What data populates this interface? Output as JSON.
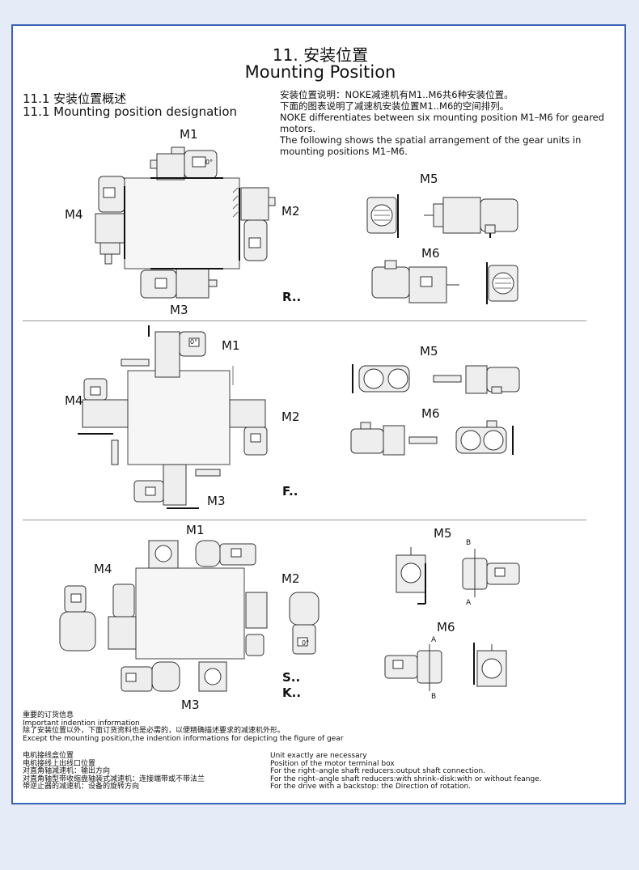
{
  "header": {
    "title_cn": "11. 安装位置",
    "title_en": "Mounting Position",
    "sub_cn": "11.1 安装位置概述",
    "sub_en": "11.1 Mounting position designation"
  },
  "description": [
    "安装位置说明：NOKE减速机有M1..M6共6种安装位置。",
    "下面的图表说明了减速机安装位置M1..M6的空间排列。",
    "NOKE differentiates between six  mounting position M1–M6 for geared motors.",
    "The following shows the spatial arrangement of the gear units in mounting positions M1–M6."
  ],
  "sections": {
    "r": {
      "code": "R..",
      "m1": "M1",
      "m2": "M2",
      "m3": "M3",
      "m4": "M4",
      "m5": "M5",
      "m6": "M6",
      "angle": "0°"
    },
    "f": {
      "code": "F..",
      "m1": "M1",
      "m2": "M2",
      "m3": "M3",
      "m4": "M4",
      "m5": "M5",
      "m6": "M6",
      "angle": "0°"
    },
    "sk": {
      "code_s": "S..",
      "code_k": "K..",
      "m1": "M1",
      "m2": "M2",
      "m3": "M3",
      "m4": "M4",
      "m5": "M5",
      "m6": "M6",
      "a": "A",
      "b": "B",
      "angle": "0°"
    }
  },
  "footer": {
    "left": [
      "重要的订货信息",
      "Important indention information",
      "除了安装位置以外，下面订货资料也是必需的，以便精确描述要求的减速机外形。",
      "Except the mounting position,the indention informations for depicting the figure of gear"
    ],
    "bottom_left": [
      "电机接线盒位置",
      "电机接线上出线口位置",
      "对直角轴减速机：输出方向",
      "对直角轴型带收缩盘轴装式减速机：连接端带或不带法兰",
      "带逆止器的减速机：设备的旋转方向"
    ],
    "bottom_right": [
      "Unit exactly are necessary",
      "Position of the motor terminal box",
      "For the right–angle shaft reducers:output shaft connection.",
      "For the right–angle shaft reducers:with shrink–disk:with or without feange.",
      "For the drive with a backstop: the Direction of rotation."
    ]
  },
  "colors": {
    "page_bg": "#e6ebf8",
    "frame": "#3a63b8",
    "line": "#333333",
    "fill": "#eeeeee",
    "separator": "#9a9a9a"
  }
}
